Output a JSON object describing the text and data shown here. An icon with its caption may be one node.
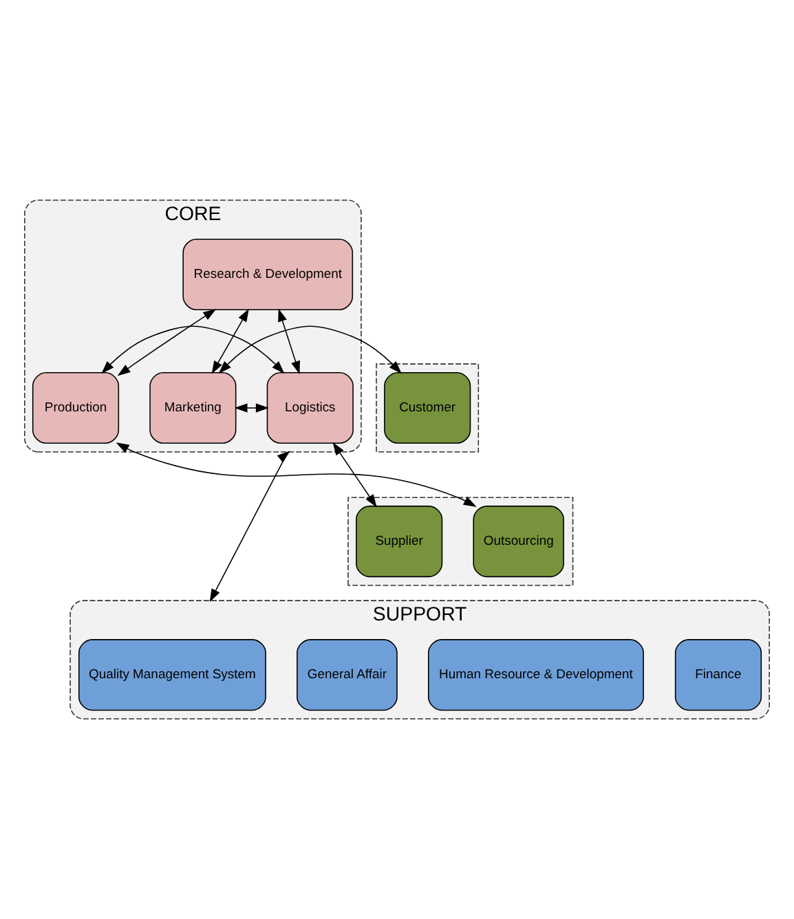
{
  "diagram": {
    "nodes": [
      {
        "text": [],
        "shape": "box"
      },
      {
        "text": [
          "Customer"
        ],
        "in": 0
      },
      {
        "text": [
          "CORE"
        ]
      },
      {
        "text": [
          "Research & Development"
        ],
        "in": 2
      },
      {
        "text": [
          "Marketing"
        ],
        "in": 2
      },
      {
        "text": [
          "Logistics"
        ],
        "in": 2
      },
      {
        "text": [
          "Production"
        ],
        "in": 2
      },
      {
        "text": [],
        "shape": "box"
      },
      {
        "text": [
          "Outsourcing"
        ],
        "in": 7
      },
      {
        "text": [
          "Supplier"
        ],
        "in": 7
      },
      {
        "text": [
          "SUPPORT"
        ]
      },
      {
        "text": [
          "Human Resource & Development"
        ],
        "in": 10
      },
      {
        "text": [
          "Finance"
        ],
        "in": 10
      },
      {
        "text": [
          "Quality Management System"
        ],
        "in": 10
      },
      {
        "text": [
          "General Affair"
        ],
        "in": 10
      }
    ],
    "edges": [
      {
        "from": 3,
        "to": 4,
        "arrow": "both"
      },
      {
        "from": 3,
        "to": 5,
        "arrow": "both"
      },
      {
        "from": 3,
        "to": 6,
        "arrow": "both"
      },
      {
        "from": 1,
        "to": 4,
        "arrow": "both"
      },
      {
        "from": 4,
        "to": 5,
        "arrow": "both"
      },
      {
        "from": 5,
        "to": 6,
        "arrow": "both"
      },
      {
        "from": 6,
        "to": 8,
        "arrow": "both"
      },
      {
        "from": 5,
        "to": 9,
        "arrow": "both"
      },
      {
        "from": 2,
        "to": 10,
        "arrow": "both"
      }
    ]
  }
}
